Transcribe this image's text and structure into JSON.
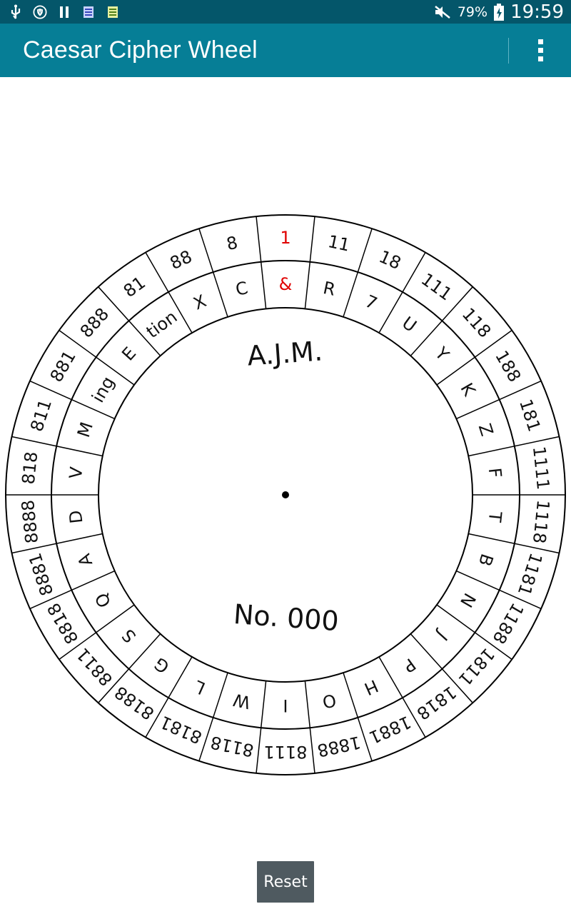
{
  "status_bar": {
    "battery_percent": "79%",
    "time": "19:59",
    "left_icons": [
      "usb-icon",
      "shield-icon",
      "pause-icon",
      "notes-icon",
      "notes-icon"
    ],
    "right_icons": [
      "mute-icon",
      "battery-charging-icon"
    ]
  },
  "app_bar": {
    "title": "Caesar Cipher Wheel",
    "overflow_icon": "overflow-menu-icon"
  },
  "wheel": {
    "outer_labels": [
      "1",
      "11",
      "18",
      "111",
      "118",
      "188",
      "181",
      "1111",
      "1118",
      "1181",
      "1188",
      "1811",
      "1818",
      "1881",
      "1888",
      "8111",
      "8118",
      "8181",
      "8188",
      "8811",
      "8818",
      "8881",
      "8888",
      "818",
      "811",
      "881",
      "888",
      "81",
      "88",
      "8"
    ],
    "inner_labels": [
      "&",
      "R",
      "7",
      "U",
      "Y",
      "K",
      "Z",
      "F",
      "T",
      "B",
      "N",
      "J",
      "P",
      "H",
      "O",
      "I",
      "W",
      "L",
      "G",
      "S",
      "Q",
      "A",
      "D",
      "V",
      "M",
      "ing",
      "E",
      "tion",
      "X",
      "C"
    ],
    "center_top_text": "A.J.M.",
    "center_bottom_text": "No. 000",
    "highlight_color": "#e00000",
    "text_color": "#111111",
    "line_color": "#000000"
  },
  "controls": {
    "reset_label": "Reset",
    "reset_bg": "#4f5a60"
  }
}
